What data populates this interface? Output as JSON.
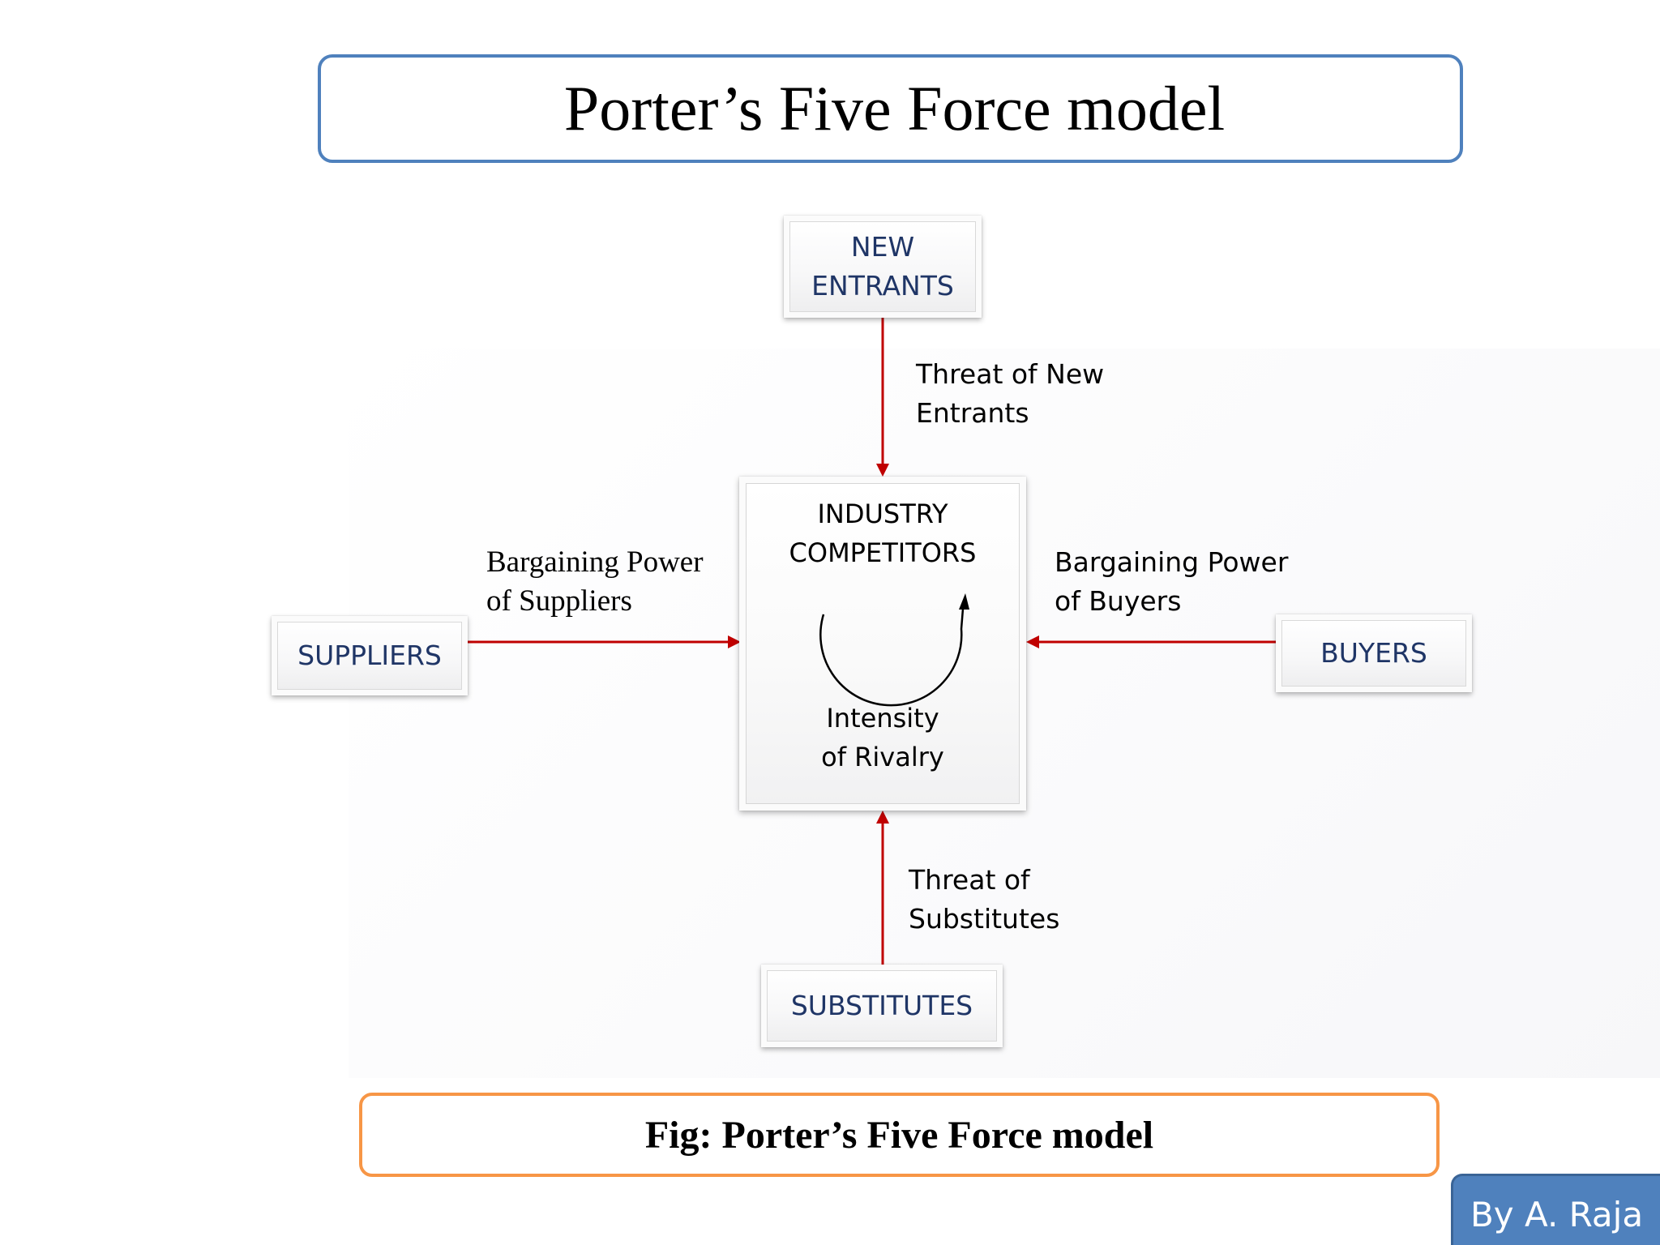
{
  "title": "Porter’s Five Force model",
  "caption": "Fig: Porter’s Five Force model",
  "author": "By A. Raja",
  "nodes": {
    "new_entrants": [
      "NEW",
      "ENTRANTS"
    ],
    "suppliers": "SUPPLIERS",
    "buyers": "BUYERS",
    "substitutes": "SUBSTITUTES",
    "center_title": [
      "INDUSTRY",
      "COMPETITORS"
    ],
    "center_sub": [
      "Intensity",
      "of Rivalry"
    ]
  },
  "forces": {
    "new_entrants": [
      "Threat of New",
      "Entrants"
    ],
    "suppliers": [
      "Bargaining Power",
      "of Suppliers"
    ],
    "buyers": [
      "Bargaining Power",
      "of Buyers"
    ],
    "substitutes": [
      "Threat of",
      "Substitutes"
    ]
  },
  "colors": {
    "arrow": "#c00000",
    "title_border": "#4f81bd",
    "caption_border": "#f79646",
    "node_text": "#1f3566",
    "author_bg": "#4f81bd"
  }
}
